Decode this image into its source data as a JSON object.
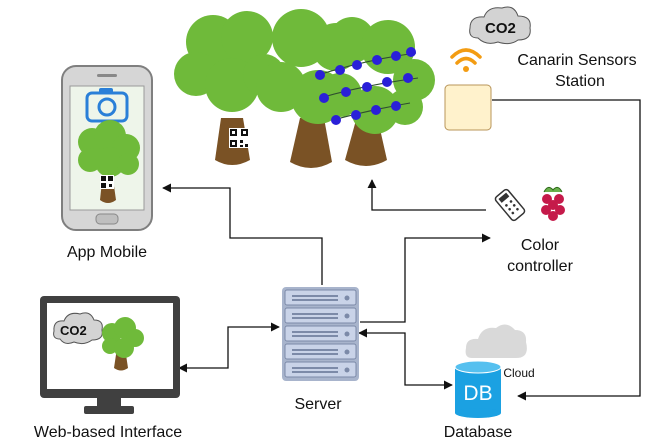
{
  "nodes": {
    "sensor_station": {
      "label_line1": "Canarin Sensors",
      "label_line2": "Station",
      "badge": "CO2"
    },
    "color_controller": {
      "label_line1": "Color",
      "label_line2": "controller"
    },
    "app_mobile": {
      "label": "App Mobile"
    },
    "server": {
      "label": "Server"
    },
    "database": {
      "label": "Database",
      "icon_text": "DB",
      "cloud_label": "Cloud"
    },
    "web_interface": {
      "label": "Web-based Interface",
      "badge": "CO2"
    }
  },
  "colors": {
    "foliage": "#6fba3a",
    "trunk": "#7a5225",
    "led": "#2a20d8",
    "wifi": "#f39c12",
    "sensor_box": "#fff2cc",
    "db": "#1ba1e2",
    "server": "#c9d3e8",
    "raspberry": "#c51a4a"
  },
  "icons": [
    "trees-icon",
    "qr-code-icon",
    "led-string-icon",
    "co2-cloud-icon",
    "wifi-icon",
    "sensor-box-icon",
    "remote-control-icon",
    "raspberry-pi-icon",
    "smartphone-icon",
    "camera-icon",
    "server-rack-icon",
    "monitor-icon",
    "database-icon",
    "cloud-icon"
  ]
}
